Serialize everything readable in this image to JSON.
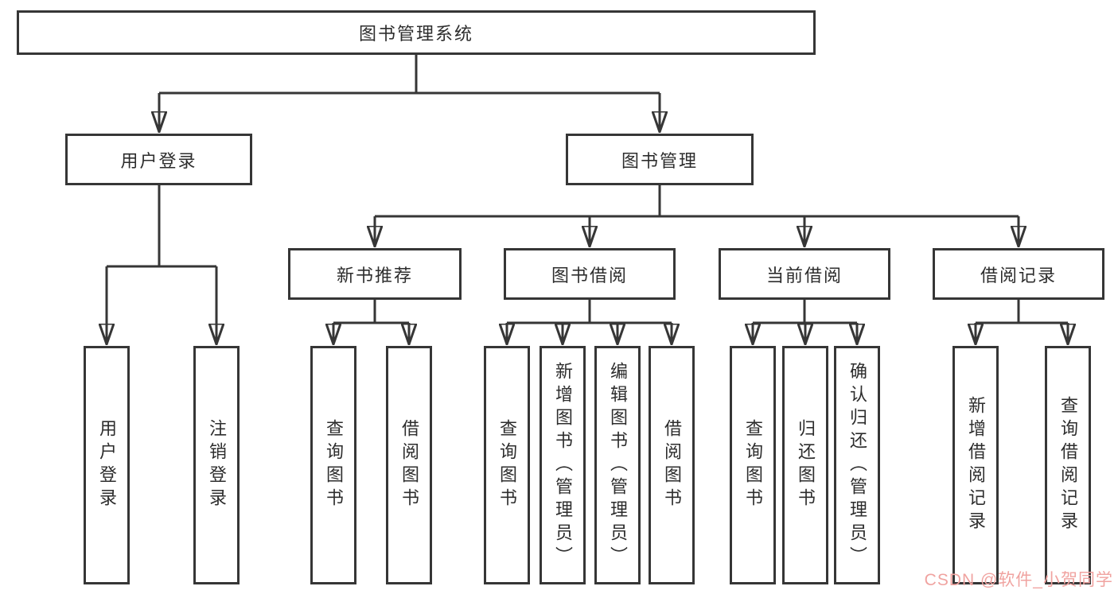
{
  "diagram": {
    "type": "hierarchy-tree",
    "colors": {
      "line": "#363636",
      "box_border": "#363636",
      "text": "#2d2d2d",
      "background": "#ffffff",
      "watermark": "#f0a3a0"
    },
    "watermark": {
      "text": "CSDN @软件_小贺同学"
    },
    "tree": {
      "label": "图书管理系统",
      "children": [
        {
          "label": "用户登录",
          "children": [
            {
              "label": "用户登录"
            },
            {
              "label": "注销登录"
            }
          ]
        },
        {
          "label": "图书管理",
          "children": [
            {
              "label": "新书推荐",
              "children": [
                {
                  "label": "查询图书"
                },
                {
                  "label": "借阅图书"
                }
              ]
            },
            {
              "label": "图书借阅",
              "children": [
                {
                  "label": "查询图书"
                },
                {
                  "label": "新增图书（管理员）"
                },
                {
                  "label": "编辑图书（管理员）"
                },
                {
                  "label": "借阅图书"
                }
              ]
            },
            {
              "label": "当前借阅",
              "children": [
                {
                  "label": "查询图书"
                },
                {
                  "label": "归还图书"
                },
                {
                  "label": "确认归还（管理员）"
                }
              ]
            },
            {
              "label": "借阅记录",
              "children": [
                {
                  "label": "新增借阅记录"
                },
                {
                  "label": "查询借阅记录"
                }
              ]
            }
          ]
        }
      ]
    }
  }
}
